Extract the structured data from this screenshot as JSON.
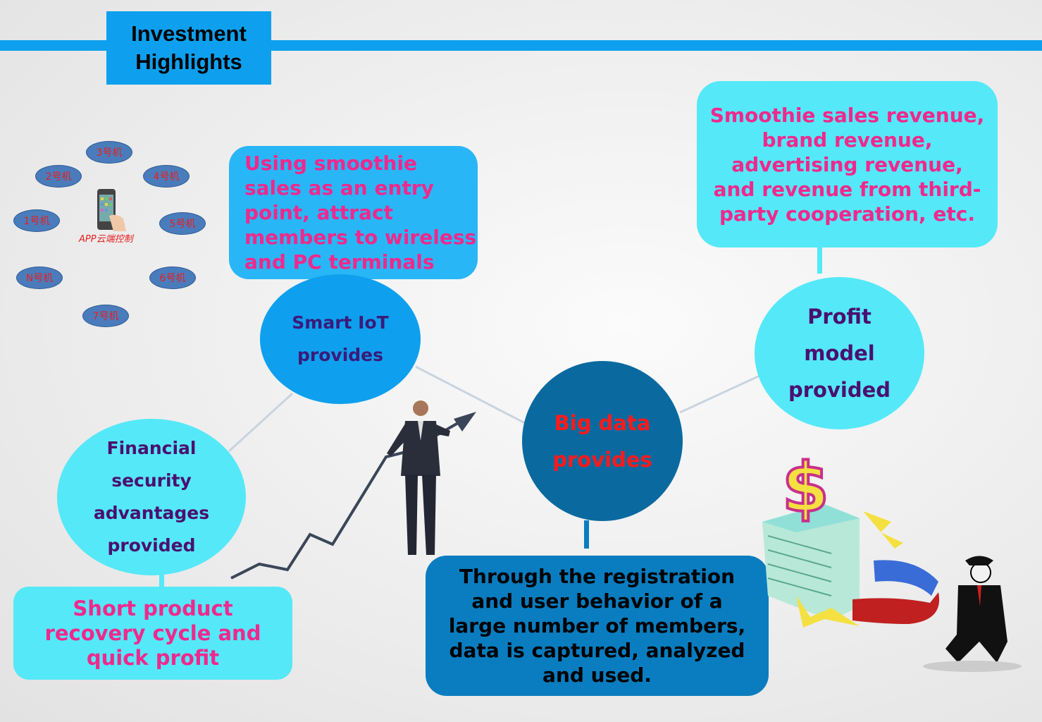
{
  "title": "Investment Highlights",
  "network": {
    "center_label": "APP云端控制",
    "nodes": [
      "1号机",
      "2号机",
      "3号机",
      "4号机",
      "5号机",
      "6号机",
      "7号机",
      "N号机"
    ]
  },
  "boxes": {
    "smoothie_entry": "Using smoothie sales as an entry point, attract members to wireless and PC terminals",
    "revenue": "Smoothie sales revenue, brand revenue, advertising revenue, and revenue from third-party cooperation, etc.",
    "recovery": "Short product recovery cycle and quick profit",
    "big_data_desc": "Through the registration and user behavior of a large number of members, data is captured, analyzed and used."
  },
  "circles": {
    "iot": [
      "Smart IoT",
      "provides"
    ],
    "big_data": [
      "Big data",
      "provides"
    ],
    "profit": [
      "Profit",
      "model",
      "provided"
    ],
    "financial": [
      "Financial",
      "security",
      "advantages",
      "provided"
    ]
  },
  "colors": {
    "accent": "#0ea0ee",
    "cyan": "#55e8f8",
    "pink": "#f0288c",
    "dark_blue": "#0a6aa0",
    "purple": "#4a1070"
  }
}
